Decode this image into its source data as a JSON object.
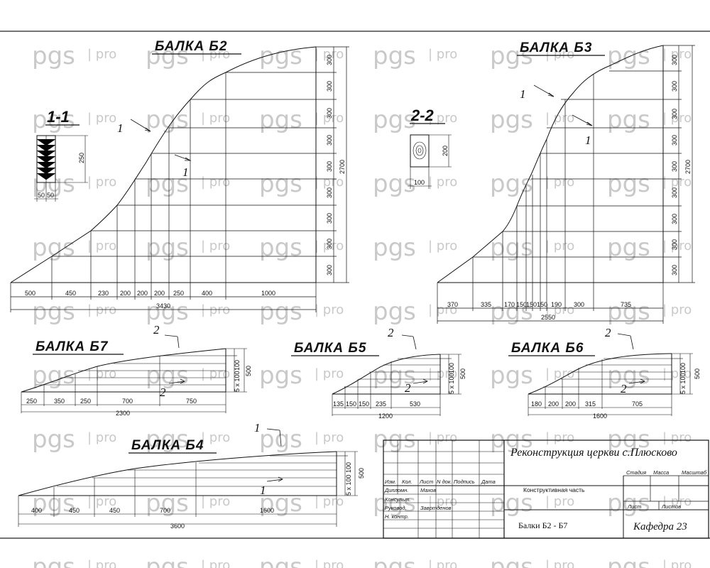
{
  "watermark": {
    "brand": "pgs",
    "suffix": "pro"
  },
  "beams": {
    "b2": {
      "title": "БАЛКА Б2",
      "widths": [
        "500",
        "450",
        "230",
        "200",
        "200",
        "200",
        "250",
        "400",
        "1000"
      ],
      "total": "3430",
      "height_total": "2700",
      "heights": [
        "300",
        "300",
        "300",
        "300",
        "300",
        "300",
        "300",
        "300",
        "300"
      ],
      "cut_mark": "1"
    },
    "b3": {
      "title": "БАЛКА Б3",
      "widths": [
        "370",
        "335",
        "170",
        "150",
        "150",
        "150",
        "190",
        "300",
        "735"
      ],
      "total": "2550",
      "height_total": "2700",
      "heights": [
        "300",
        "300",
        "300",
        "300",
        "300",
        "300",
        "300",
        "300",
        "300"
      ],
      "cut_mark": "1"
    },
    "b7": {
      "title": "БАЛКА Б7",
      "widths": [
        "250",
        "350",
        "250",
        "700",
        "750"
      ],
      "total": "2300",
      "h_total": "500",
      "h_parts": [
        "100",
        "5 x 100"
      ],
      "cut_mark": "2"
    },
    "b5": {
      "title": "БАЛКА Б5",
      "widths": [
        "135",
        "150",
        "150",
        "235",
        "530"
      ],
      "total": "1200",
      "h_total": "500",
      "h_parts": [
        "100",
        "5 x 100"
      ],
      "cut_mark": "2"
    },
    "b6": {
      "title": "БАЛКА Б6",
      "widths": [
        "180",
        "200",
        "200",
        "315",
        "705"
      ],
      "total": "1600",
      "h_total": "500",
      "h_parts": [
        "100",
        "5 x 100"
      ],
      "cut_mark": "2"
    },
    "b4": {
      "title": "БАЛКА Б4",
      "widths": [
        "400",
        "450",
        "450",
        "700",
        "1600"
      ],
      "total": "3600",
      "h_total": "500",
      "h_parts": [
        "100",
        "5 x 100"
      ],
      "cut_mark": "1"
    }
  },
  "sections": {
    "s11": {
      "title": "1-1",
      "height": "250",
      "w1": "50",
      "w2": "50"
    },
    "s22": {
      "title": "2-2",
      "height": "200",
      "width": "100"
    }
  },
  "title_block": {
    "project": "Реконструкция церкви с.Плюсково",
    "part": "Конструктивная часть",
    "sheet_name": "Балки Б2 - Б7",
    "department": "Кафедра 23",
    "headers": [
      "Изм.",
      "Кол.",
      "Лист",
      "N док.",
      "Подпись",
      "Дата"
    ],
    "roles": [
      "Дипломн.",
      "Консульт.",
      "Руковод.",
      "Н. контр."
    ],
    "names": [
      "Махов",
      "",
      "Завртденов",
      ""
    ],
    "stage_headers": [
      "Стадия",
      "Масса",
      "Масштаб"
    ],
    "sheet_label": "Лист",
    "sheets_label": "Листов"
  }
}
